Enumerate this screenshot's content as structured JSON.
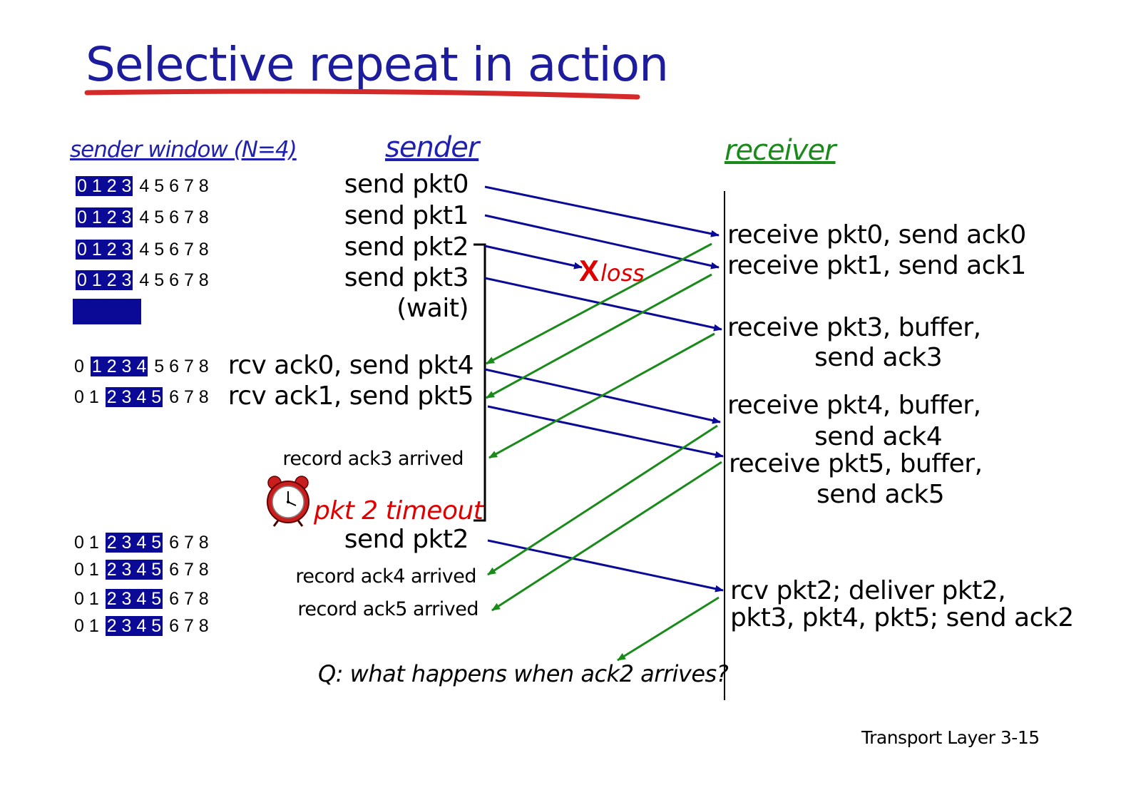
{
  "title": "Selective repeat in action",
  "headers": {
    "window": "sender window (N=4)",
    "sender": "sender",
    "receiver": "receiver"
  },
  "sender_windows": [
    {
      "pre": "",
      "in": "0 1 2 3",
      "post": " 4 5 6 7 8"
    },
    {
      "pre": "",
      "in": "0 1 2 3",
      "post": " 4 5 6 7 8"
    },
    {
      "pre": "",
      "in": "0 1 2 3",
      "post": " 4 5 6 7 8"
    },
    {
      "pre": "",
      "in": "0 1 2 3",
      "post": " 4 5 6 7 8"
    },
    {
      "pre": "0 ",
      "in": "1 2 3 4",
      "post": " 5 6 7 8"
    },
    {
      "pre": "0 1 ",
      "in": "2 3 4 5",
      "post": " 6 7 8"
    },
    {
      "pre": "0 1 ",
      "in": "2 3 4 5",
      "post": " 6 7 8"
    },
    {
      "pre": "0 1 ",
      "in": "2 3 4 5",
      "post": " 6 7 8"
    },
    {
      "pre": "0 1 ",
      "in": "2 3 4 5",
      "post": " 6 7 8"
    },
    {
      "pre": "0 1 ",
      "in": "2 3 4 5",
      "post": " 6 7 8"
    }
  ],
  "sender_events": {
    "send_pkt0": "send  pkt0",
    "send_pkt1": "send  pkt1",
    "send_pkt2": "send  pkt2",
    "send_pkt3": "send  pkt3",
    "wait": "(wait)",
    "ack0": "rcv ack0, send pkt4",
    "ack1": "rcv ack1, send pkt5",
    "record_ack3": "record ack3 arrived",
    "timeout": "pkt 2 timeout",
    "resend_pkt2": "send  pkt2",
    "record_ack4": "record ack4 arrived",
    "record_ack5": "record ack5 arrived"
  },
  "loss": {
    "x": "X",
    "label": "loss"
  },
  "receiver_events": {
    "r0": "receive pkt0, send ack0",
    "r1": "receive pkt1, send ack1",
    "r3a": "receive pkt3, buffer,",
    "r3b": "send ack3",
    "r4a": "receive pkt4, buffer,",
    "r4b": "send ack4",
    "r5a": "receive pkt5, buffer,",
    "r5b": "send ack5",
    "r2a": "rcv pkt2; deliver pkt2,",
    "r2b": "pkt3, pkt4, pkt5; send ack2"
  },
  "question": "Q: what happens when ack2 arrives?",
  "footer": "Transport Layer 3-15",
  "colors": {
    "title": "#1c1c9c",
    "packet_arrow": "#0a0a96",
    "ack_arrow": "#1a8a1a",
    "loss": "#e00000",
    "underline": "#d42a2a",
    "window_fill": "#0a0a96"
  }
}
